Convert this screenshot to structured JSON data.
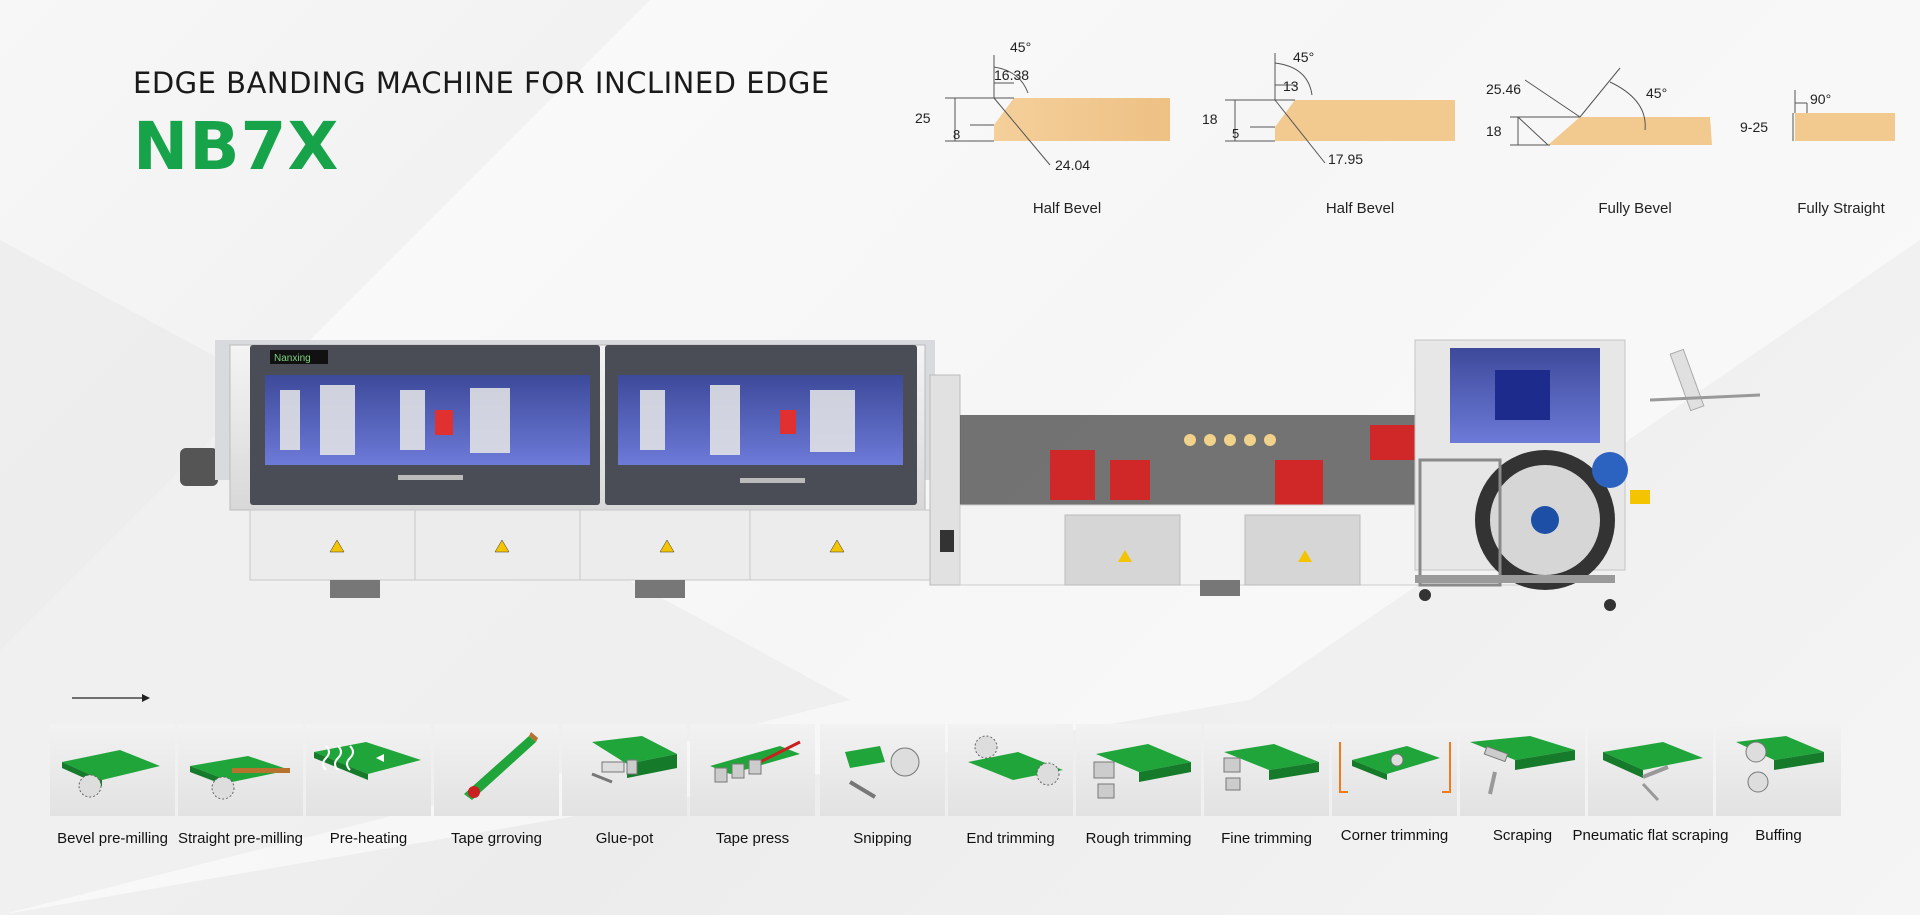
{
  "header": {
    "subtitle": "EDGE BANDING MACHINE FOR INCLINED EDGE",
    "model": "NB7X"
  },
  "colors": {
    "brand_green": "#16a34a",
    "wood": "#f2c98f",
    "machine_body": "#e9e9e9",
    "machine_panel": "#4a4d55"
  },
  "profiles": [
    {
      "label": "Half Bevel",
      "angle": "45°",
      "top_dim": "16.38",
      "height": "25",
      "edge": "8",
      "diag": "24.04"
    },
    {
      "label": "Half Bevel",
      "angle": "45°",
      "top_dim": "13",
      "height": "18",
      "edge": "5",
      "diag": "17.95"
    },
    {
      "label": "Fully Bevel",
      "angle": "45°",
      "top_dim": "25.46",
      "height": "18"
    },
    {
      "label": "Fully Straight",
      "angle": "90°",
      "height": "9-25"
    }
  ],
  "machine": {
    "brand_badge": "Nanxing"
  },
  "process_steps": [
    {
      "label": "Bevel pre-milling",
      "icon": "bevel-pre-milling-icon"
    },
    {
      "label": "Straight pre-milling",
      "icon": "straight-pre-milling-icon"
    },
    {
      "label": "Pre-heating",
      "icon": "pre-heating-icon"
    },
    {
      "label": "Tape grroving",
      "icon": "tape-grooving-icon"
    },
    {
      "label": "Glue-pot",
      "icon": "glue-pot-icon"
    },
    {
      "label": "Tape press",
      "icon": "tape-press-icon"
    },
    {
      "label": "Snipping",
      "icon": "snipping-icon"
    },
    {
      "label": "End trimming",
      "icon": "end-trimming-icon"
    },
    {
      "label": "Rough trimming",
      "icon": "rough-trimming-icon"
    },
    {
      "label": "Fine trimming",
      "icon": "fine-trimming-icon"
    },
    {
      "label": "Corner trimming",
      "icon": "corner-trimming-icon"
    },
    {
      "label": "Scraping",
      "icon": "scraping-icon"
    },
    {
      "label": "Pneumatic flat scraping",
      "icon": "pneumatic-flat-scraping-icon"
    },
    {
      "label": "Buffing",
      "icon": "buffing-icon"
    }
  ]
}
